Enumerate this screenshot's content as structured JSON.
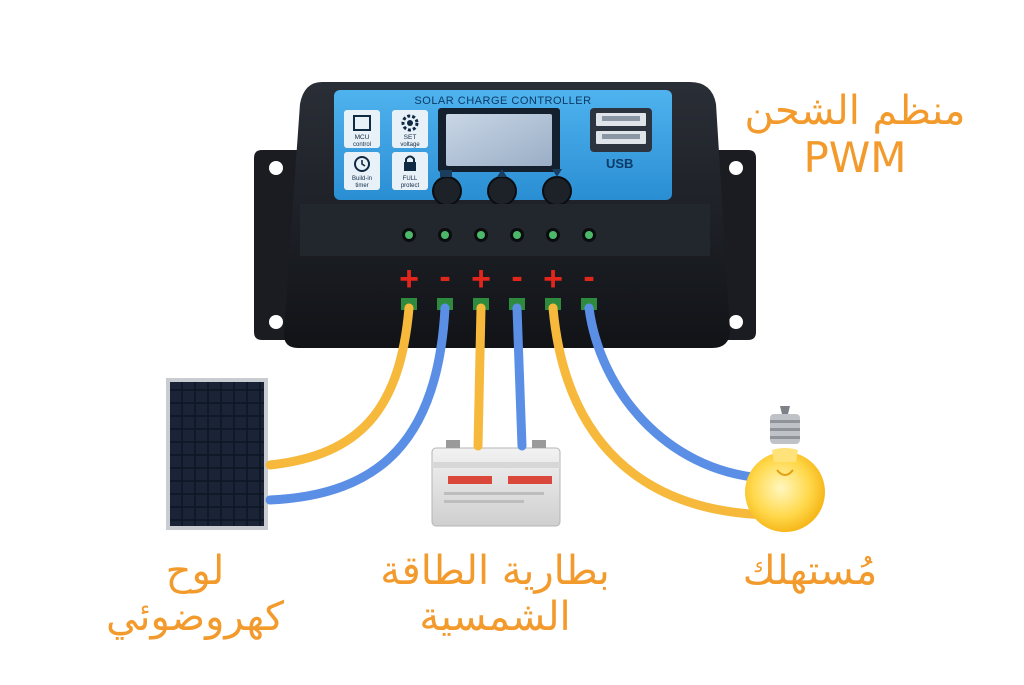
{
  "controller": {
    "panel_title": "SOLAR CHARGE CONTROLLER",
    "icons": [
      {
        "name": "mcu-icon",
        "label1": "MCU",
        "label2": "control"
      },
      {
        "name": "gear-icon",
        "label1": "SET",
        "label2": "voltage"
      },
      {
        "name": "clock-icon",
        "label1": "Build-in",
        "label2": "timer"
      },
      {
        "name": "lock-icon",
        "label1": "FULL",
        "label2": "protect"
      }
    ],
    "usb_label": "USB",
    "polarity": [
      "+",
      "-",
      "+",
      "-",
      "+",
      "-"
    ]
  },
  "labels": {
    "controller_line1": "منظم الشحن",
    "controller_line2": "PWM",
    "panel_line1": "لوح",
    "panel_line2": "كهروضوئي",
    "battery_line1": "بطارية الطاقة",
    "battery_line2": "الشمسية",
    "load": "مُستهلك"
  },
  "colors": {
    "label_orange": "#f39a2c",
    "wire_positive": "#f6b93b",
    "wire_negative": "#5b8fe6",
    "polarity_red": "#e3261c",
    "controller_blue": "#3aa3e3",
    "controller_body": "#1b1e24"
  }
}
